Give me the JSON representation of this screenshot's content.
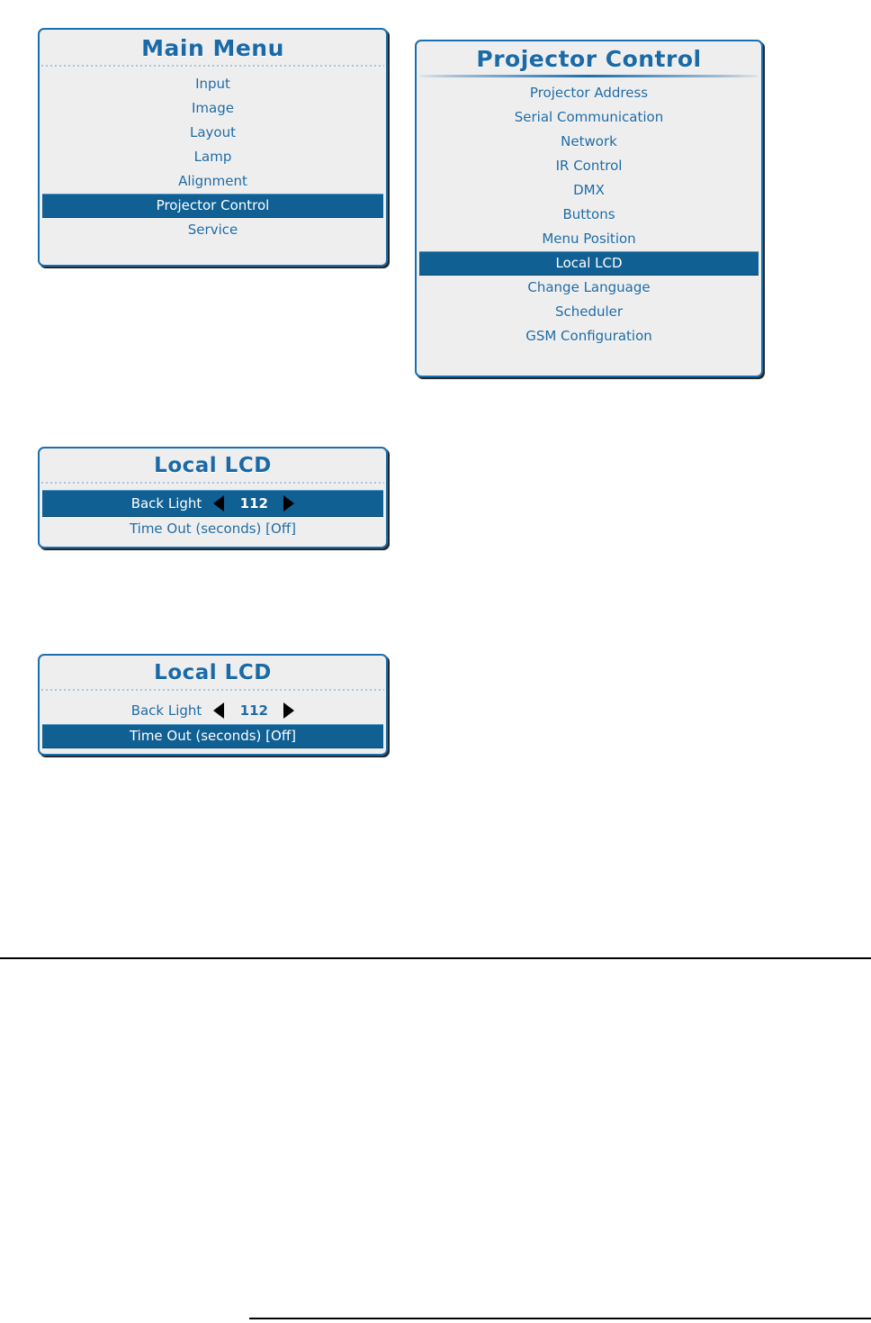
{
  "colors": {
    "panel_background": "#eeeeee",
    "panel_border": "#1a6fb0",
    "title_text": "#1a6aa8",
    "item_text": "#1d6aa4",
    "highlight_background": "#116093",
    "highlight_text": "#ffffff",
    "arrow": "#000000",
    "separator_dotted": "#a9c4dc",
    "page_rule": "#000000"
  },
  "main_menu": {
    "title": "Main Menu",
    "items": [
      {
        "label": "Input",
        "selected": false
      },
      {
        "label": "Image",
        "selected": false
      },
      {
        "label": "Layout",
        "selected": false
      },
      {
        "label": "Lamp",
        "selected": false
      },
      {
        "label": "Alignment",
        "selected": false
      },
      {
        "label": "Projector Control",
        "selected": true
      },
      {
        "label": "Service",
        "selected": false
      }
    ]
  },
  "projector_control": {
    "title": "Projector Control",
    "items": [
      {
        "label": "Projector Address",
        "selected": false
      },
      {
        "label": "Serial Communication",
        "selected": false
      },
      {
        "label": "Network",
        "selected": false
      },
      {
        "label": "IR Control",
        "selected": false
      },
      {
        "label": "DMX",
        "selected": false
      },
      {
        "label": "Buttons",
        "selected": false
      },
      {
        "label": "Menu Position",
        "selected": false
      },
      {
        "label": "Local LCD",
        "selected": true
      },
      {
        "label": "Change Language",
        "selected": false
      },
      {
        "label": "Scheduler",
        "selected": false
      },
      {
        "label": "GSM Configuration",
        "selected": false
      }
    ]
  },
  "local_lcd_backlight": {
    "title": "Local LCD",
    "backlight": {
      "label": "Back Light",
      "value": "112",
      "left_arrow": "left-arrow-icon",
      "right_arrow": "right-arrow-icon",
      "selected": true
    },
    "timeout": {
      "label": "Time Out (seconds) [Off]",
      "selected": false
    }
  },
  "local_lcd_timeout": {
    "title": "Local LCD",
    "backlight": {
      "label": "Back Light",
      "value": "112",
      "left_arrow": "left-arrow-icon",
      "right_arrow": "right-arrow-icon",
      "selected": false
    },
    "timeout": {
      "label": "Time Out (seconds) [Off]",
      "selected": true
    }
  }
}
